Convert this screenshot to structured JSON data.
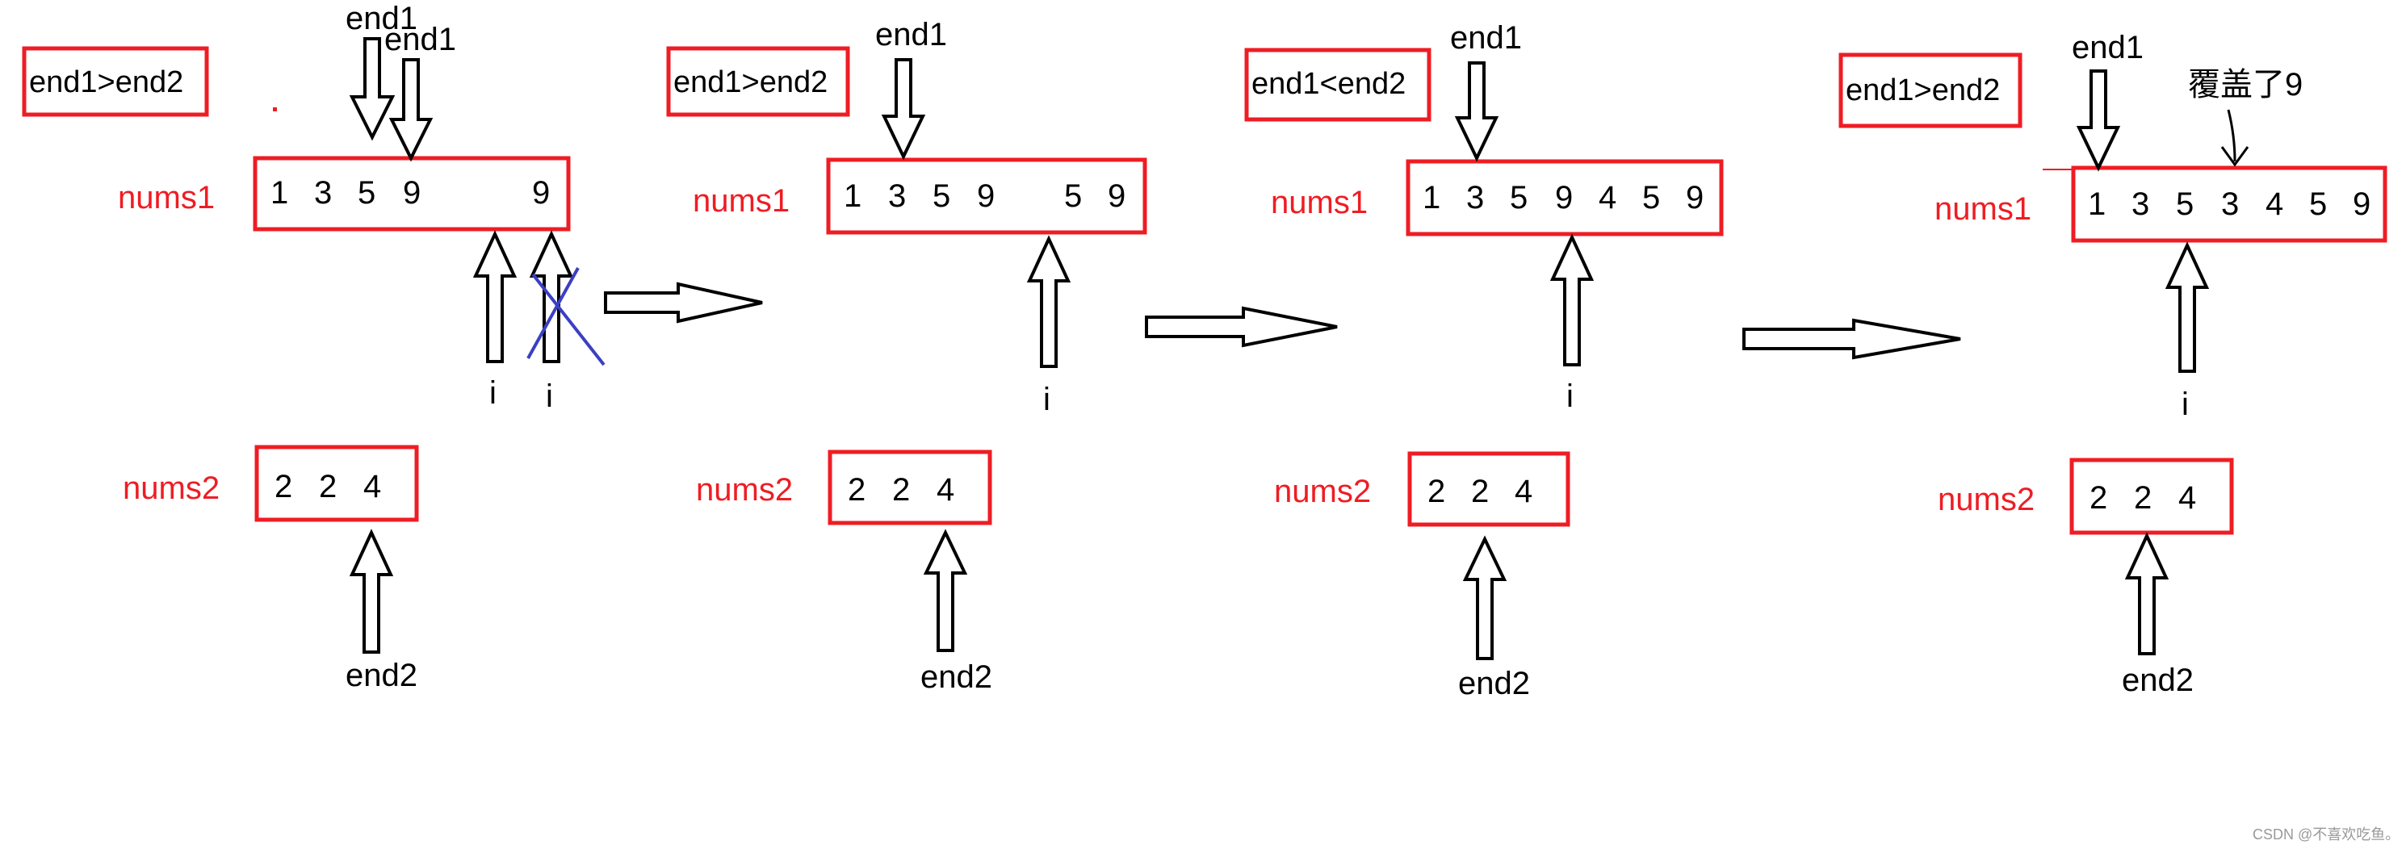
{
  "colors": {
    "accent": "#ee1d24",
    "cross": "#3b3fc4",
    "ink": "#000000"
  },
  "panels": [
    {
      "condition": "end1>end2",
      "nums1_label": "nums1",
      "nums1_values": [
        "1",
        "3",
        "5",
        "9",
        "",
        "9"
      ],
      "nums2_label": "nums2",
      "nums2_values": [
        "2",
        "2",
        "4"
      ],
      "end1_labels": [
        "end1",
        "end1"
      ],
      "end2_label": "end2",
      "i_labels": [
        "i",
        "i"
      ]
    },
    {
      "condition": "end1>end2",
      "nums1_label": "nums1",
      "nums1_values": [
        "1",
        "3",
        "5",
        "9",
        "",
        "5",
        "9"
      ],
      "nums2_label": "nums2",
      "nums2_values": [
        "2",
        "2",
        "4"
      ],
      "end1_label": "end1",
      "end2_label": "end2",
      "i_label": "i"
    },
    {
      "condition": "end1<end2",
      "nums1_label": "nums1",
      "nums1_values": [
        "1",
        "3",
        "5",
        "9",
        "4",
        "5",
        "9"
      ],
      "nums2_label": "nums2",
      "nums2_values": [
        "2",
        "2",
        "4"
      ],
      "end1_label": "end1",
      "end2_label": "end2",
      "i_label": "i"
    },
    {
      "condition": "end1>end2",
      "nums1_label": "nums1",
      "nums1_values": [
        "1",
        "3",
        "5",
        "3",
        "4",
        "5",
        "9"
      ],
      "nums2_label": "nums2",
      "nums2_values": [
        "2",
        "2",
        "4"
      ],
      "end1_label": "end1",
      "end2_label": "end2",
      "i_label": "i",
      "annotation": "覆盖了9"
    }
  ],
  "watermark": "CSDN @不喜欢吃鱼。"
}
